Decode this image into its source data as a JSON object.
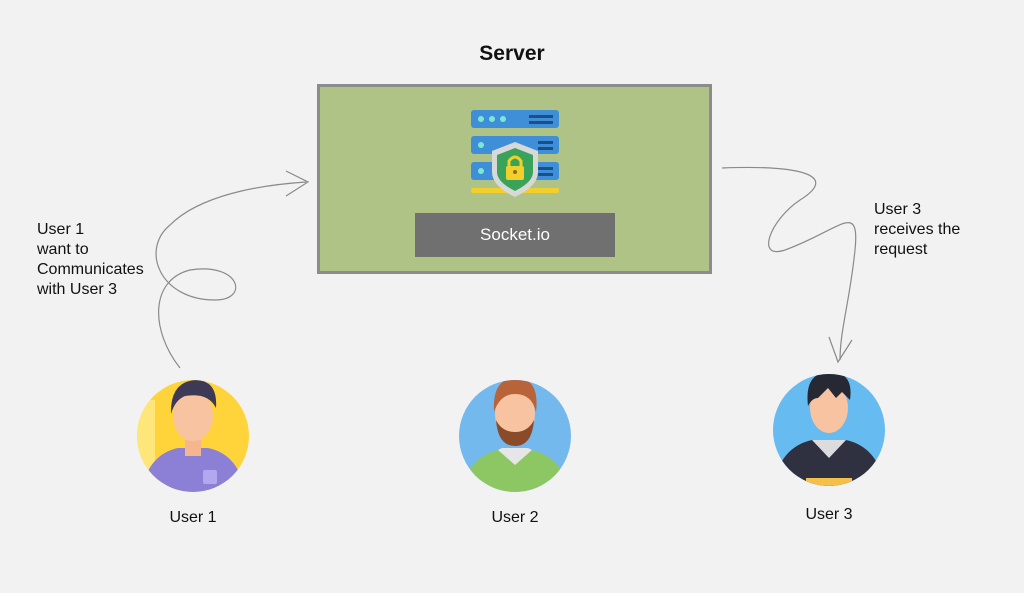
{
  "server": {
    "title": "Server",
    "socket_label": "Socket.io"
  },
  "notes": {
    "user1": [
      "User 1",
      "want to",
      "Communicates",
      "with User 3"
    ],
    "user3": [
      "User 3",
      "receives the",
      "request"
    ]
  },
  "users": [
    {
      "label": "User 1",
      "avatar_bg": "#ffd43b",
      "shirt": "#8b7fd6"
    },
    {
      "label": "User 2",
      "avatar_bg": "#74b9ee",
      "shirt": "#8cc763"
    },
    {
      "label": "User 3",
      "avatar_bg": "#66bbf0",
      "shirt": "#2f3140"
    }
  ],
  "colors": {
    "background": "#f2f2f2",
    "server_fill": "#b0c386",
    "server_border": "#8c8c8c",
    "socket_fill": "#707070",
    "arrow": "#8a8a8a"
  },
  "icons": [
    "server-rack-icon",
    "shield-lock-icon"
  ]
}
